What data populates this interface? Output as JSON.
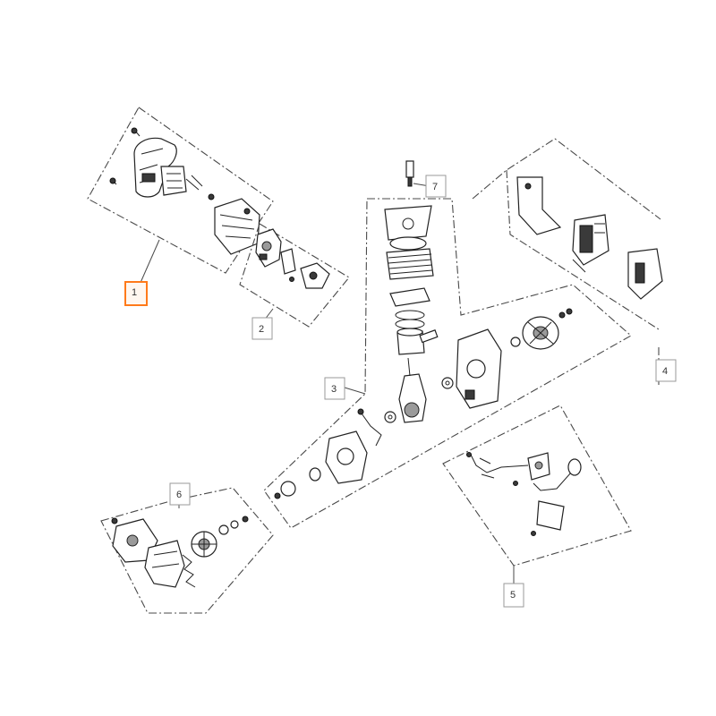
{
  "diagram": {
    "callouts": [
      {
        "id": "1",
        "text": "1",
        "selected": true
      },
      {
        "id": "2",
        "text": "2",
        "selected": false
      },
      {
        "id": "3",
        "text": "3",
        "selected": false
      },
      {
        "id": "4",
        "text": "4",
        "selected": false
      },
      {
        "id": "5",
        "text": "5",
        "selected": false
      },
      {
        "id": "6",
        "text": "6",
        "selected": false
      },
      {
        "id": "7",
        "text": "7",
        "selected": false
      }
    ],
    "colors": {
      "selected_outline": "#ff7a1a",
      "group_outline": "#4a4a4a",
      "callout_outline": "#9a9a9a"
    }
  }
}
